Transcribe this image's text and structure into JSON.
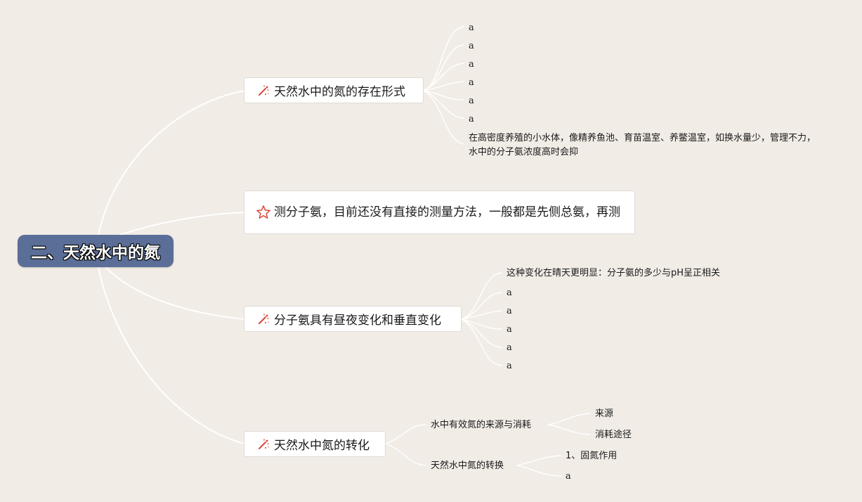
{
  "root": {
    "title": "二、天然水中的氮"
  },
  "branches": [
    {
      "label": "天然水中的氮的存在形式",
      "icon": "magic-wand-icon",
      "leaves": [
        "a",
        "a",
        "a",
        "a",
        "a",
        "a",
        "在高密度养殖的小水体，像精养鱼池、育苗温室、养鳖温室，如换水量少，管理不力，水中的分子氨浓度高时会抑"
      ]
    },
    {
      "label": "测分子氨，目前还没有直接的测量方法，一般都是先侧总氨，再测",
      "icon": "star-icon",
      "leaves": []
    },
    {
      "label": "分子氨具有昼夜变化和垂直变化",
      "icon": "magic-wand-icon",
      "leaves": [
        "这种变化在晴天更明显：分子氨的多少与pH呈正相关",
        "a",
        "a",
        "a",
        "a",
        "a"
      ]
    },
    {
      "label": "天然水中氮的转化",
      "icon": "magic-wand-icon",
      "children": [
        {
          "label": "水中有效氮的来源与消耗",
          "leaves": [
            "来源",
            "消耗途径"
          ]
        },
        {
          "label": "天然水中氮的转换",
          "leaves": [
            "1、固氮作用",
            "a"
          ]
        }
      ]
    }
  ],
  "colors": {
    "background": "#f1ece6",
    "root_fill": "#5a6e98",
    "connector": "#ffffff",
    "icon_accent": "#d9443b"
  }
}
